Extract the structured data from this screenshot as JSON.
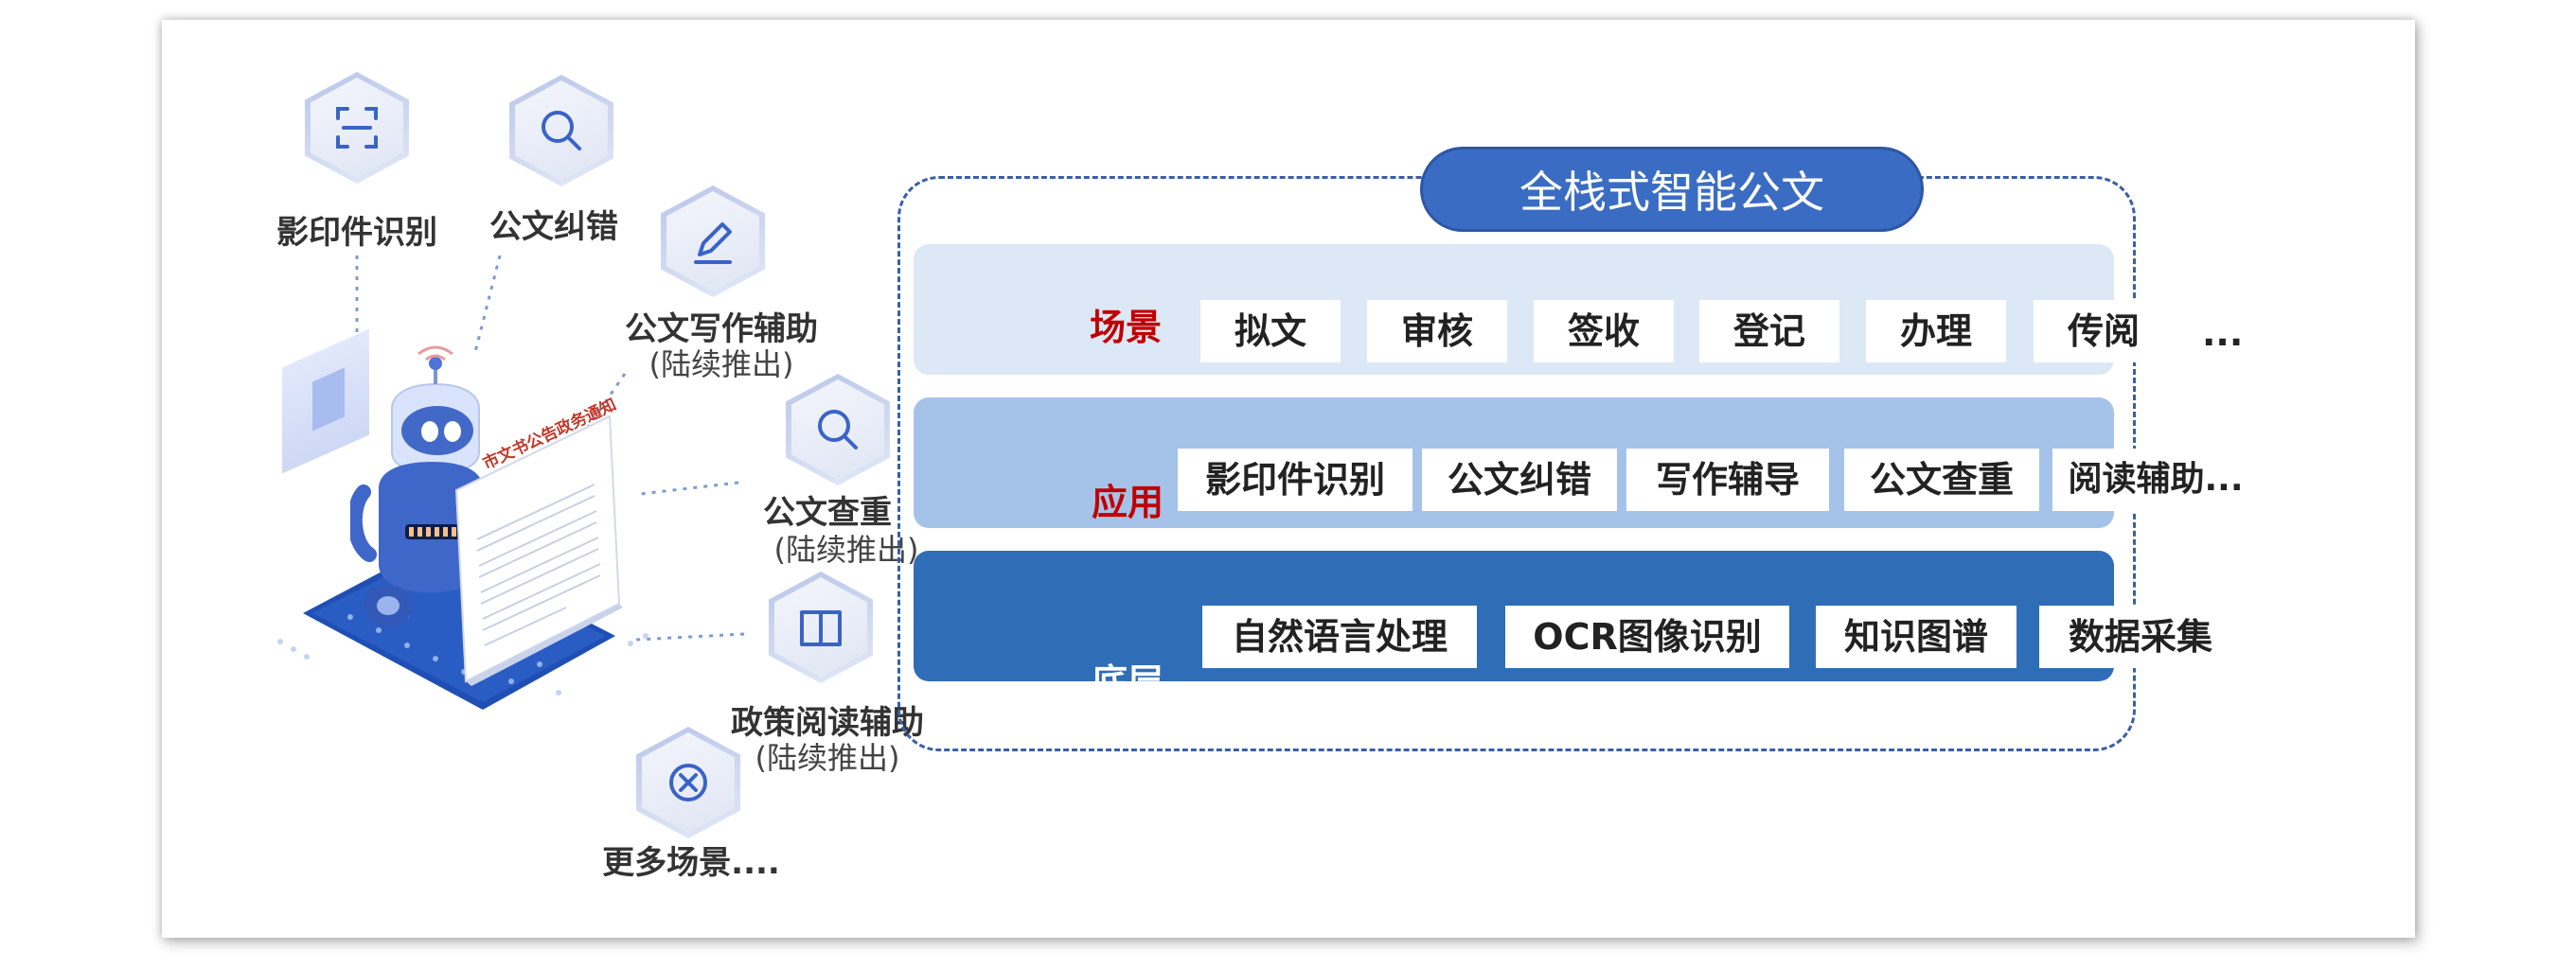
{
  "left_panel": {
    "features": [
      {
        "label": "影印件识别",
        "icon": "scan-icon"
      },
      {
        "label": "公文纠错",
        "icon": "search-icon"
      },
      {
        "label": "公文写作辅助",
        "sub": "(陆续推出)",
        "icon": "pen-icon"
      },
      {
        "label": "公文查重",
        "sub": "(陆续推出)",
        "icon": "search-icon"
      },
      {
        "label": "政策阅读辅助",
        "sub": "(陆续推出)",
        "icon": "book-icon"
      },
      {
        "label": "更多场景....",
        "icon": "close-icon"
      }
    ],
    "document_heading": "市文书公告政务通知"
  },
  "diagram": {
    "title": "全栈式智能公文",
    "layers": [
      {
        "name": "场景",
        "items": [
          "拟文",
          "审核",
          "签收",
          "登记",
          "办理",
          "传阅"
        ],
        "more": "..."
      },
      {
        "name": "应用",
        "items": [
          "影印件识别",
          "公文纠错",
          "写作辅导",
          "公文查重",
          "阅读辅助..."
        ]
      },
      {
        "name": "底层",
        "items": [
          "自然语言处理",
          "OCR图像识别",
          "知识图谱",
          "数据采集"
        ]
      }
    ],
    "colors": {
      "scene_band": "#dde8f6",
      "app_band": "#a5c3e8",
      "base_band": "#2f6db7",
      "title_pill": "#3a6cc3",
      "scene_label": "#c00000",
      "app_label": "#c00000",
      "base_label": "#ffffff"
    }
  }
}
